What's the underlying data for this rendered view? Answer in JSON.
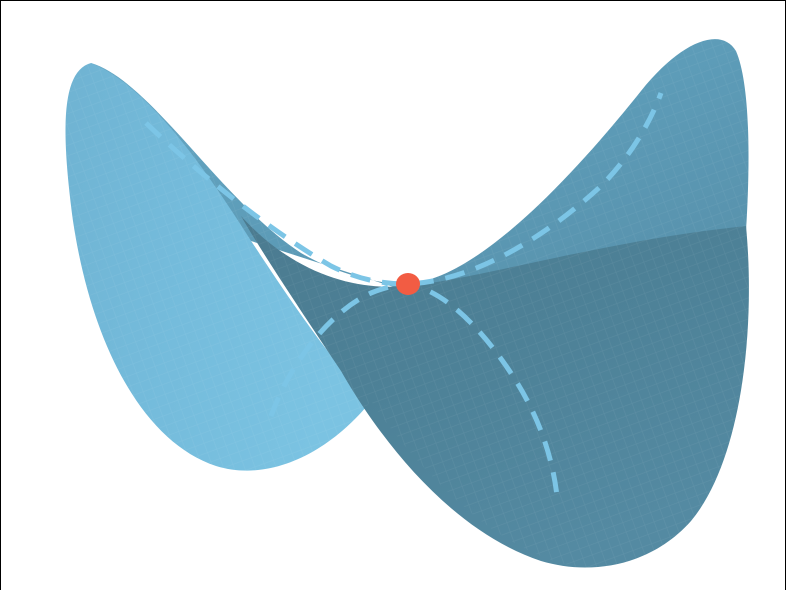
{
  "figure": {
    "colors": {
      "surface_light": "#78bddb",
      "surface_mid": "#5a9cb8",
      "surface_dark": "#4a7d93",
      "path_dashed": "#7cc5e6",
      "saddle_point": "#f25c43",
      "frame": "#000000"
    },
    "elements": {
      "surface": "saddle-surface",
      "curve_along": "dashed-curve-upward",
      "curve_across": "dashed-curve-downward",
      "point": "saddle-point-marker"
    }
  }
}
